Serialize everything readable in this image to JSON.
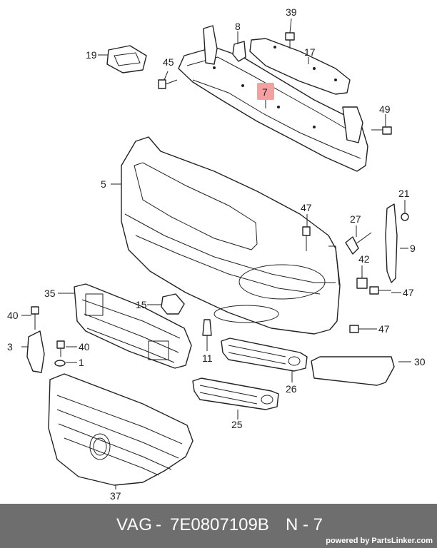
{
  "callouts": {
    "c1": "1",
    "c3": "3",
    "c5": "5",
    "c7": "7",
    "c8": "8",
    "c9": "9",
    "c11": "11",
    "c15": "15",
    "c17": "17",
    "c19": "19",
    "c21": "21",
    "c25": "25",
    "c26": "26",
    "c27": "27",
    "c30": "30",
    "c35": "35",
    "c37": "37",
    "c39": "39",
    "c40a": "40",
    "c40b": "40",
    "c42": "42",
    "c45": "45",
    "c47a": "47",
    "c47b": "47",
    "c47c": "47",
    "c49": "49"
  },
  "highlight": {
    "part": "7",
    "color": "#f4a0a0"
  },
  "footer": {
    "brand": "VAG",
    "separator": "-",
    "part_number": "7E0807109B",
    "position": "N - 7",
    "credit_prefix": "powered by",
    "credit_site": "PartsLinker.com"
  },
  "colors": {
    "footer_bg": "#6e6e6e",
    "line": "#222222"
  }
}
